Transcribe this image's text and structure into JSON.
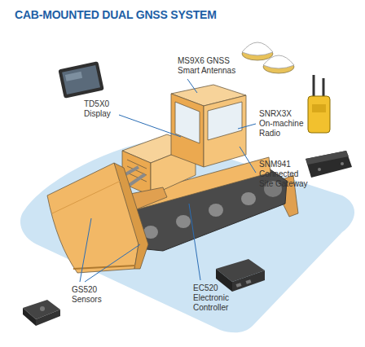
{
  "diagram": {
    "title": "CAB-MOUNTED DUAL GNSS SYSTEM",
    "labels": [
      "MS9X6 GNSS Smart Antennas",
      "TD5X0 Display",
      "SNRX3X On-machine Radio",
      "SNM941 Connected Site Gateway",
      "GS520 Sensors",
      "EC520 Electronic Controller"
    ]
  }
}
